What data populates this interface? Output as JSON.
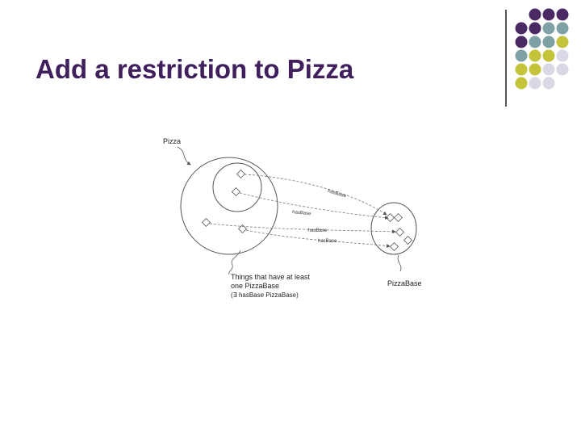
{
  "slide": {
    "title": "Add a restriction to Pizza"
  },
  "decor": {
    "dot_colors": [
      "#4b2a63",
      "#7ea1a6",
      "#c3c43a",
      "#d9d8e4"
    ],
    "grid": [
      [
        null,
        0,
        0,
        0
      ],
      [
        0,
        0,
        1,
        1
      ],
      [
        0,
        1,
        1,
        2
      ],
      [
        1,
        2,
        2,
        3
      ],
      [
        2,
        2,
        3,
        3
      ],
      [
        2,
        3,
        3,
        null
      ]
    ]
  },
  "diagram": {
    "pizza_label": "Pizza",
    "pizzabase_label": "PizzaBase",
    "restriction_lines": [
      "Things that have at least",
      "one PizzaBase",
      "(∃ hasBase PizzaBase)"
    ],
    "edge_labels": [
      "hasBase",
      "hasBase",
      "hasBase",
      "hasBase"
    ],
    "colors": {
      "stroke": "#555555",
      "dashed": "#777777"
    }
  }
}
